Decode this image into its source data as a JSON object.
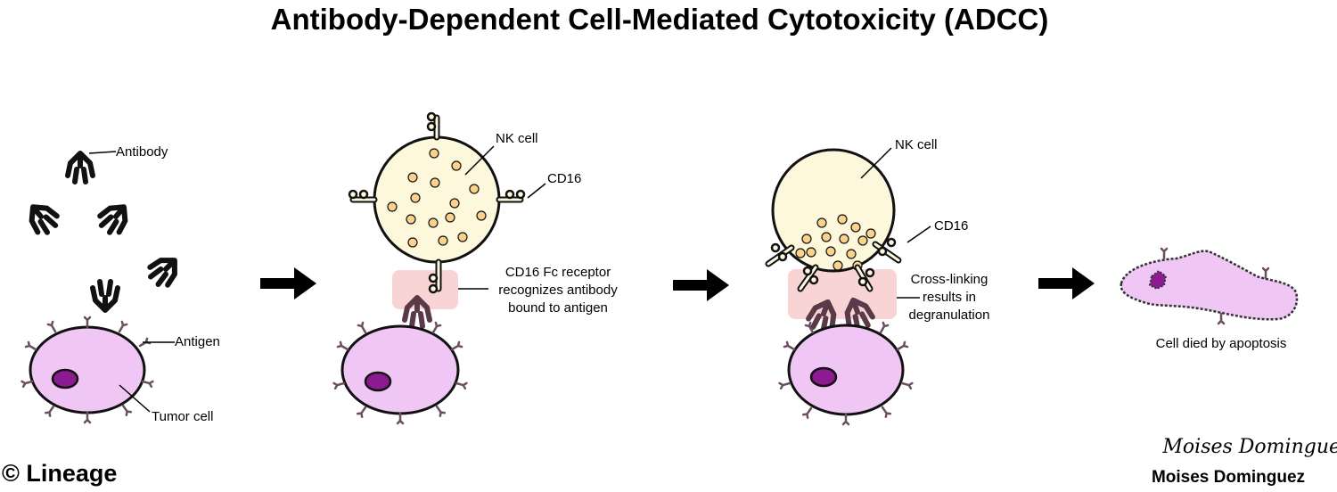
{
  "title": "Antibody-Dependent Cell-Mediated Cytotoxicity (ADCC)",
  "labels": {
    "antibody": "Antibody",
    "antigen": "Antigen",
    "tumor_cell": "Tumor cell",
    "nk_cell_1": "NK cell",
    "cd16_1": "CD16",
    "recognition": [
      "CD16 Fc receptor",
      "recognizes antibody",
      "bound to antigen"
    ],
    "nk_cell_2": "NK cell",
    "cd16_2": "CD16",
    "crosslink": [
      "Cross-linking",
      "results in",
      "degranulation"
    ],
    "apoptosis": "Cell died by apoptosis"
  },
  "footer": {
    "copyright": "© Lineage",
    "signature": "Moises Dominguez",
    "author": "Moises Dominguez"
  },
  "colors": {
    "tumor_cell": "#efc6f4",
    "nucleus": "#8c1a90",
    "nk_cell": "#fdf8dc",
    "granule": "#fbd28c",
    "highlight": "#f7c9c9",
    "antibody": "#111111",
    "antibody_bound": "#5a3a48"
  }
}
